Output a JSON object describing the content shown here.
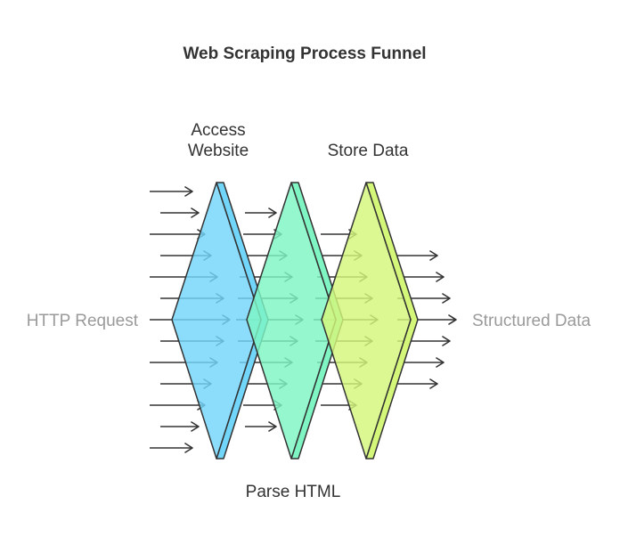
{
  "diagram": {
    "title": "Web Scraping Process Funnel",
    "input_label": "HTTP Request",
    "output_label": "Structured Data",
    "stages": [
      {
        "label_lines": [
          "Access",
          "Website"
        ],
        "color": "#72d6fa",
        "label_position": "top"
      },
      {
        "label_lines": [
          "Parse HTML"
        ],
        "color": "#7ef5c3",
        "label_position": "bottom"
      },
      {
        "label_lines": [
          "Store Data"
        ],
        "color": "#d4f77a",
        "label_position": "top"
      }
    ],
    "arrow_counts": {
      "input": 13,
      "after_stage_1": 11,
      "after_stage_2": 9,
      "output": 7
    },
    "colors": {
      "stroke": "#333333",
      "side_label": "#9a9a9a",
      "title": "#333333"
    }
  }
}
